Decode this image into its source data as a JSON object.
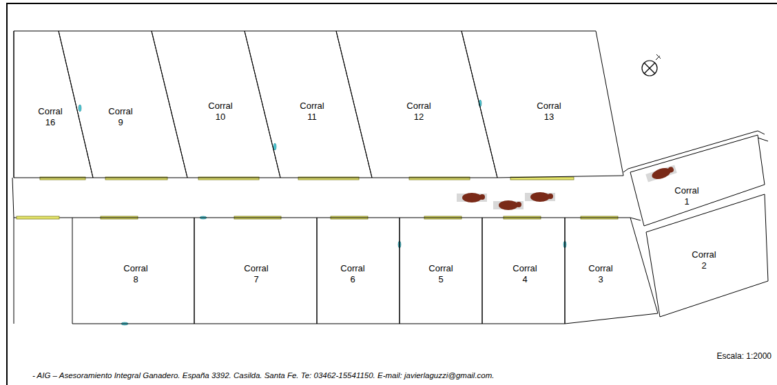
{
  "diagram": {
    "caption": "- AIG – Asesoramiento Integral Ganadero. España 3392. Casilda. Santa Fe. Te: 03462-15541150. E-mail: javierlaguzzi@gmail.com.",
    "nodes": [
      {
        "text": [
          "Corral 16"
        ]
      },
      {
        "text": [
          "Corral 9"
        ]
      },
      {
        "text": [
          "Corral 10"
        ]
      },
      {
        "text": [
          "Corral 11"
        ]
      },
      {
        "text": [
          "Corral 12"
        ]
      },
      {
        "text": [
          "Corral 13"
        ]
      },
      {
        "text": [
          "Corral 1"
        ]
      },
      {
        "text": [
          "Corral 8"
        ]
      },
      {
        "text": [
          "Corral 7"
        ]
      },
      {
        "text": [
          "Corral 6"
        ]
      },
      {
        "text": [
          "Corral 5"
        ]
      },
      {
        "text": [
          "Corral 4"
        ]
      },
      {
        "text": [
          "Corral 3"
        ]
      },
      {
        "text": [
          "Corral 2"
        ]
      }
    ],
    "labels": [
      "Escala: 1:2000"
    ]
  }
}
